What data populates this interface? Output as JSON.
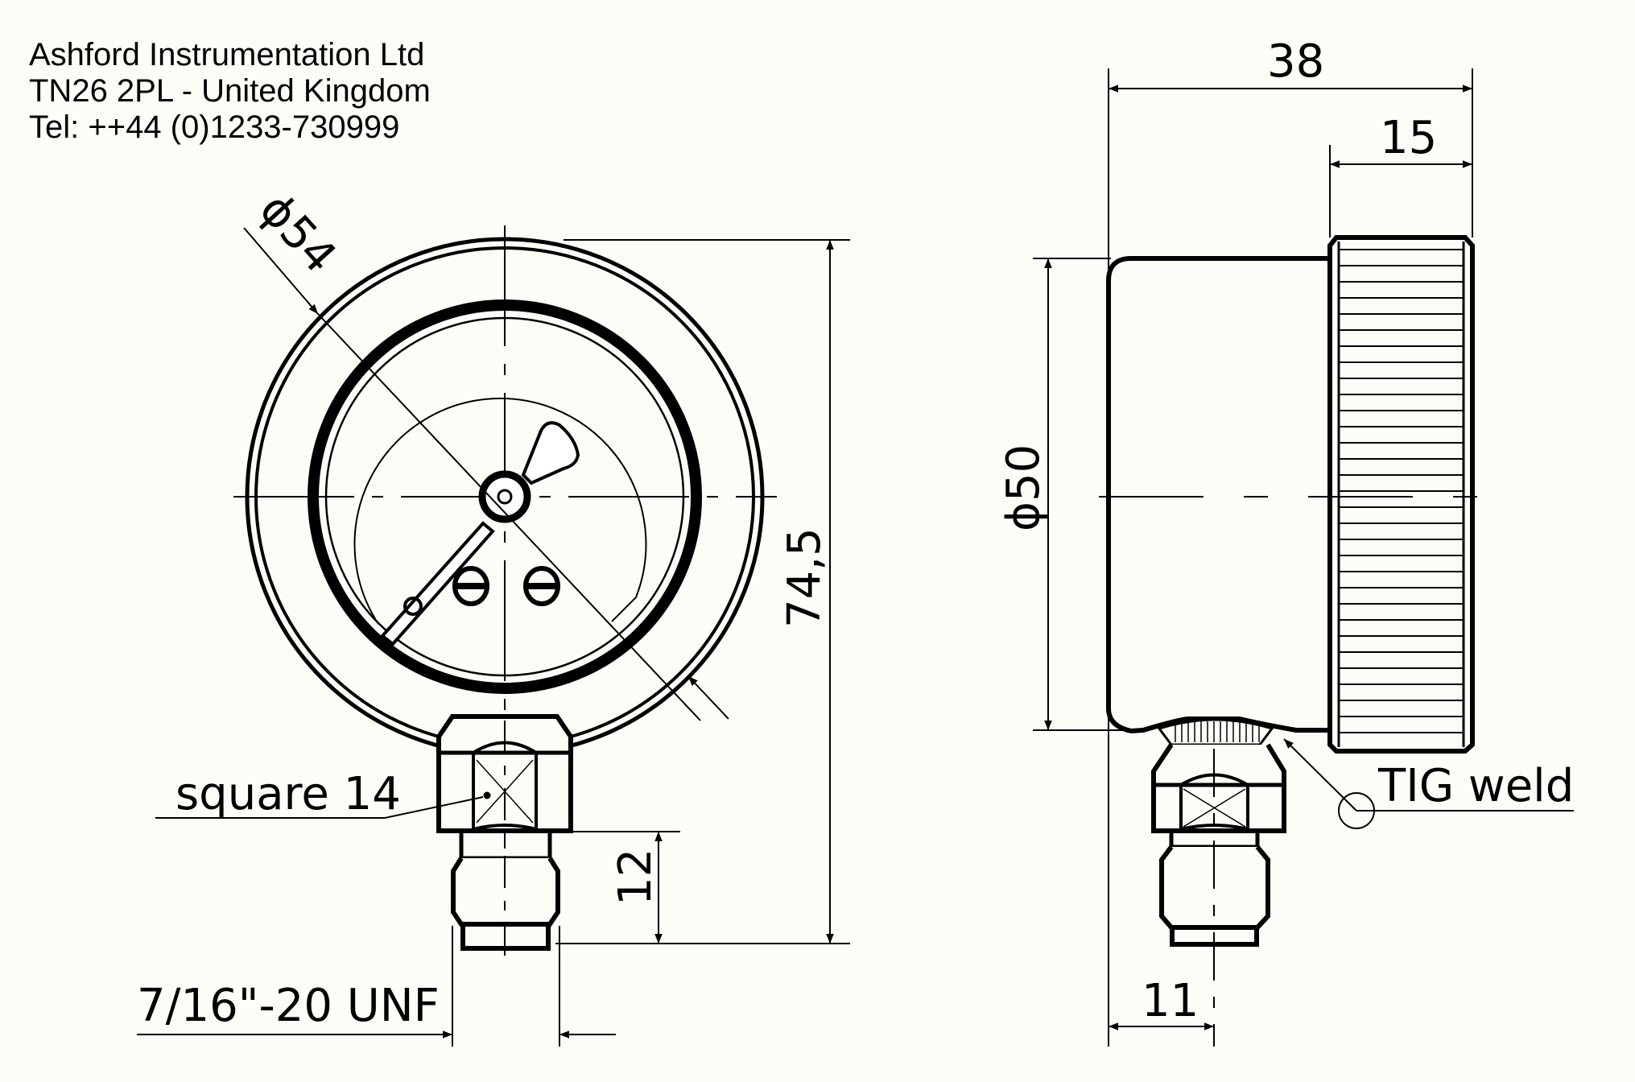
{
  "header": {
    "company": "Ashford Instrumentation Ltd",
    "address": "TN26 2PL - United Kingdom",
    "phone": "Tel: ++44 (0)1233-730999"
  },
  "front_view": {
    "dim_case_diameter": "ϕ54",
    "dim_overall_height": "74,5",
    "dim_thread_length": "12",
    "label_square": "square 14",
    "label_thread": "7/16\"-20 UNF"
  },
  "side_view": {
    "dim_depth": "38",
    "dim_bezel_width": "15",
    "dim_case_diameter": "ϕ50",
    "dim_connection_offset": "11",
    "label_weld": "TIG weld"
  },
  "colors": {
    "line": "#000000",
    "background": "#fdfdf8"
  }
}
